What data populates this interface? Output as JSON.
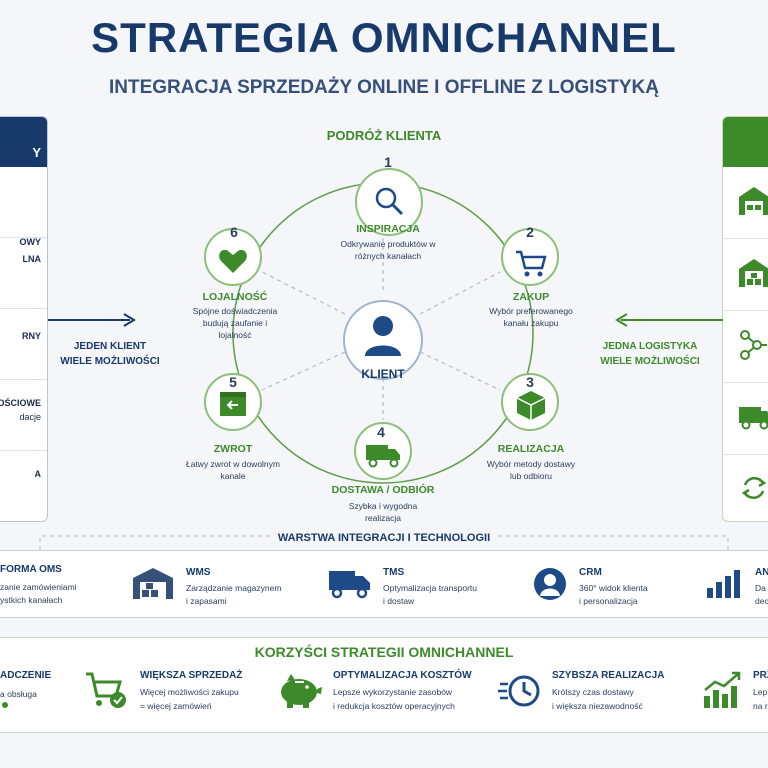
{
  "header": {
    "title": "STRATEGIA OMNICHANNEL",
    "subtitle": "INTEGRACJA SPRZEDAŻY ONLINE I OFFLINE Z LOGISTYKĄ"
  },
  "journey": {
    "title": "PODRÓŻ KLIENTA",
    "center_label": "KLIENT",
    "steps": [
      {
        "num": "1",
        "label": "INSPIRACJA",
        "desc": "Odkrywanie produktów w różnych kanałach",
        "icon": "search-icon"
      },
      {
        "num": "2",
        "label": "ZAKUP",
        "desc": "Wybór preferowanego kanału zakupu",
        "icon": "cart-icon"
      },
      {
        "num": "3",
        "label": "REALIZACJA",
        "desc": "Wybór metody dostawy lub odbioru",
        "icon": "package-icon"
      },
      {
        "num": "4",
        "label": "DOSTAWA / ODBIÓR",
        "desc": "Szybka i wygodna realizacja",
        "icon": "truck-icon"
      },
      {
        "num": "5",
        "label": "ZWROT",
        "desc": "Łatwy zwrot w dowolnym kanale",
        "icon": "return-box-icon"
      },
      {
        "num": "6",
        "label": "LOJALNOŚĆ",
        "desc": "Spójne doświadczenia budują zaufanie i lojalność",
        "icon": "heart-icon"
      }
    ]
  },
  "left_panel": {
    "header": "Y",
    "rows": [
      {
        "label": "OWY",
        "sub": ""
      },
      {
        "label": "LNA",
        "sub": ""
      },
      {
        "label": "RNY",
        "sub": ""
      },
      {
        "label": "OŚCIOWE",
        "sub": "dacje"
      },
      {
        "label": "A",
        "sub": ""
      }
    ]
  },
  "left_arrow": {
    "line1": "JEDEN KLIENT",
    "line2": "WIELE MOŻLIWOŚCI"
  },
  "right_arrow": {
    "line1": "JEDNA LOGISTYKA",
    "line2": "WIELE MOŻLIWOŚCI"
  },
  "right_panel": {
    "icons": [
      "warehouse-icon",
      "warehouse-boxes-icon",
      "network-icon",
      "truck-icon",
      "recycle-icon"
    ]
  },
  "tech": {
    "title": "WARSTWA INTEGRACJI I TECHNOLOGII",
    "items": [
      {
        "name": "FORMA OMS",
        "desc1": "zanie zamówieniami",
        "desc2": "ystkich kanałach",
        "icon": ""
      },
      {
        "name": "WMS",
        "desc1": "Zarządzanie magazynem",
        "desc2": "i zapasami",
        "icon": "warehouse-icon"
      },
      {
        "name": "TMS",
        "desc1": "Optymalizacja transportu",
        "desc2": "i dostaw",
        "icon": "truck-icon"
      },
      {
        "name": "CRM",
        "desc1": "360° widok klienta",
        "desc2": "i personalizacja",
        "icon": "user-icon"
      },
      {
        "name": "AN",
        "desc1": "Da",
        "desc2": "dec",
        "icon": "bar-chart-icon"
      }
    ]
  },
  "benefits": {
    "title": "KORZYŚCI STRATEGII OMNICHANNEL",
    "items": [
      {
        "name": "ADCZENIE",
        "desc1": "a obsługa",
        "desc2": "",
        "icon": ""
      },
      {
        "name": "WIĘKSZA SPRZEDAŻ",
        "desc1": "Więcej możliwości zakupu",
        "desc2": "= więcej zamówień",
        "icon": "cart-check-icon"
      },
      {
        "name": "OPTYMALIZACJA KOSZTÓW",
        "desc1": "Lepsze wykorzystanie zasobów",
        "desc2": "i redukcja kosztów operacyjnych",
        "icon": "piggy-bank-icon"
      },
      {
        "name": "SZYBSZA REALIZACJA",
        "desc1": "Krótszy czas dostawy",
        "desc2": "i większa niezawodność",
        "icon": "fast-clock-icon"
      },
      {
        "name": "PRZ",
        "desc1": "Lep",
        "desc2": "na r",
        "icon": "growth-chart-icon"
      }
    ]
  },
  "colors": {
    "navy": "#173a6b",
    "green": "#3d8a2b"
  }
}
